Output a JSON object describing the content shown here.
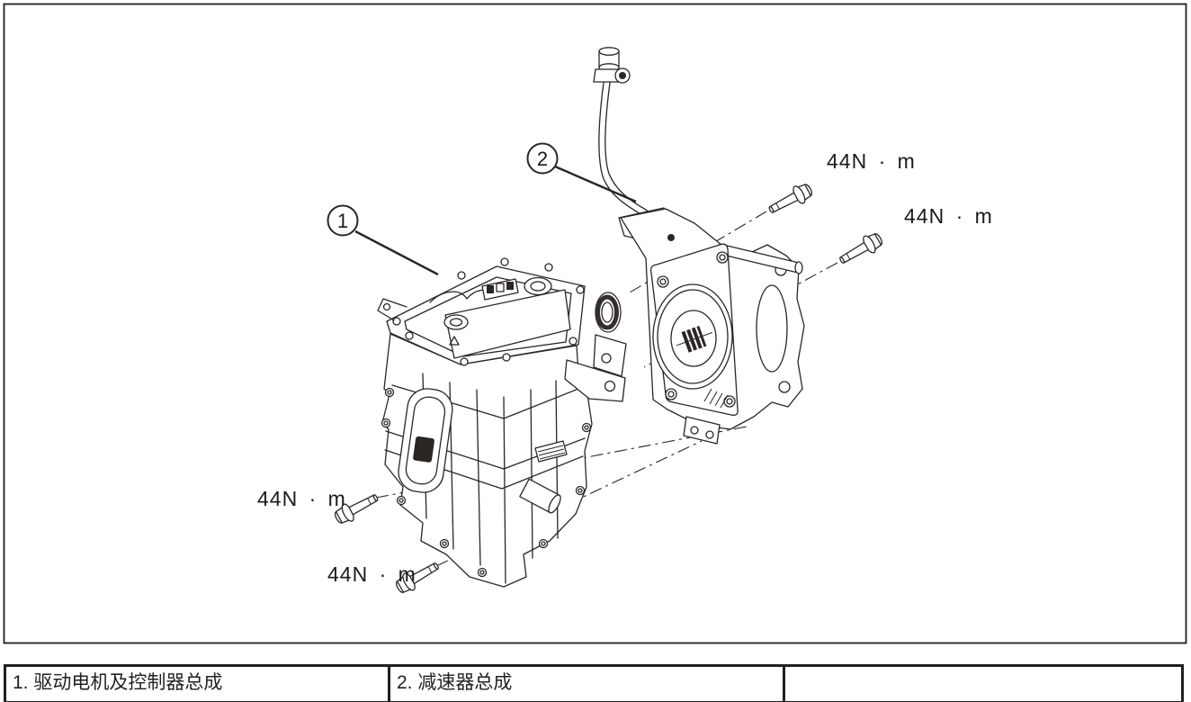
{
  "figure": {
    "description": "exploded view of electric drive unit",
    "callouts": [
      {
        "number": "1",
        "target": "drive-motor-and-controller-assembly"
      },
      {
        "number": "2",
        "target": "reducer-assembly"
      }
    ],
    "torque_labels": [
      "44N · m",
      "44N · m",
      "44N · m",
      "44N · m"
    ],
    "colors": {
      "line": "#2b2624",
      "background": "#ffffff",
      "text": "#1c1a19"
    }
  },
  "legend_table": {
    "cells": [
      {
        "text": "1. 驱动电机及控制器总成"
      },
      {
        "text": "2. 减速器总成"
      },
      {
        "text": ""
      }
    ]
  }
}
